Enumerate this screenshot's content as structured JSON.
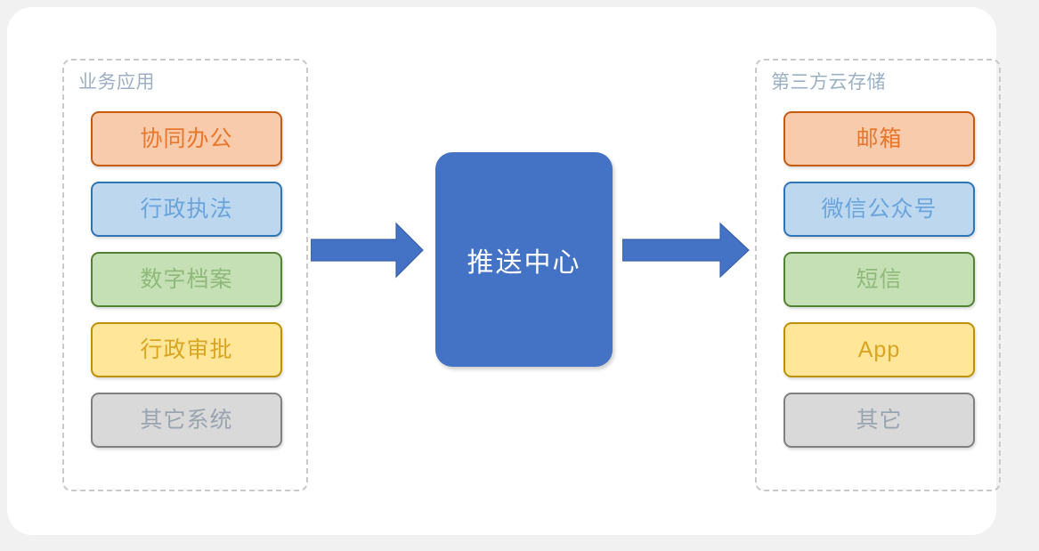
{
  "diagram": {
    "title_center": "推送中心",
    "left_panel": {
      "title": "业务应用",
      "items": [
        {
          "label": "协同办公",
          "color": "orange"
        },
        {
          "label": "行政执法",
          "color": "blue"
        },
        {
          "label": "数字档案",
          "color": "green"
        },
        {
          "label": "行政审批",
          "color": "yellow"
        },
        {
          "label": "其它系统",
          "color": "gray"
        }
      ]
    },
    "right_panel": {
      "title": "第三方云存储",
      "items": [
        {
          "label": "邮箱",
          "color": "orange"
        },
        {
          "label": "微信公众号",
          "color": "blue"
        },
        {
          "label": "短信",
          "color": "green"
        },
        {
          "label": "App",
          "color": "yellow"
        },
        {
          "label": "其它",
          "color": "gray"
        }
      ]
    },
    "arrows": [
      {
        "name": "arrow-left-to-hub",
        "direction": "right"
      },
      {
        "name": "arrow-hub-to-right",
        "direction": "right"
      }
    ],
    "colors": {
      "hub_fill": "#4472c4",
      "arrow_fill": "#4472c4",
      "panel_border": "#c9c9c9",
      "canvas_bg": "#f1f1f1",
      "card_bg": "#ffffff",
      "orange_fill": "#f8cbad",
      "blue_fill": "#bdd7ee",
      "green_fill": "#c5e0b4",
      "yellow_fill": "#ffe699",
      "gray_fill": "#d9d9d9"
    }
  }
}
